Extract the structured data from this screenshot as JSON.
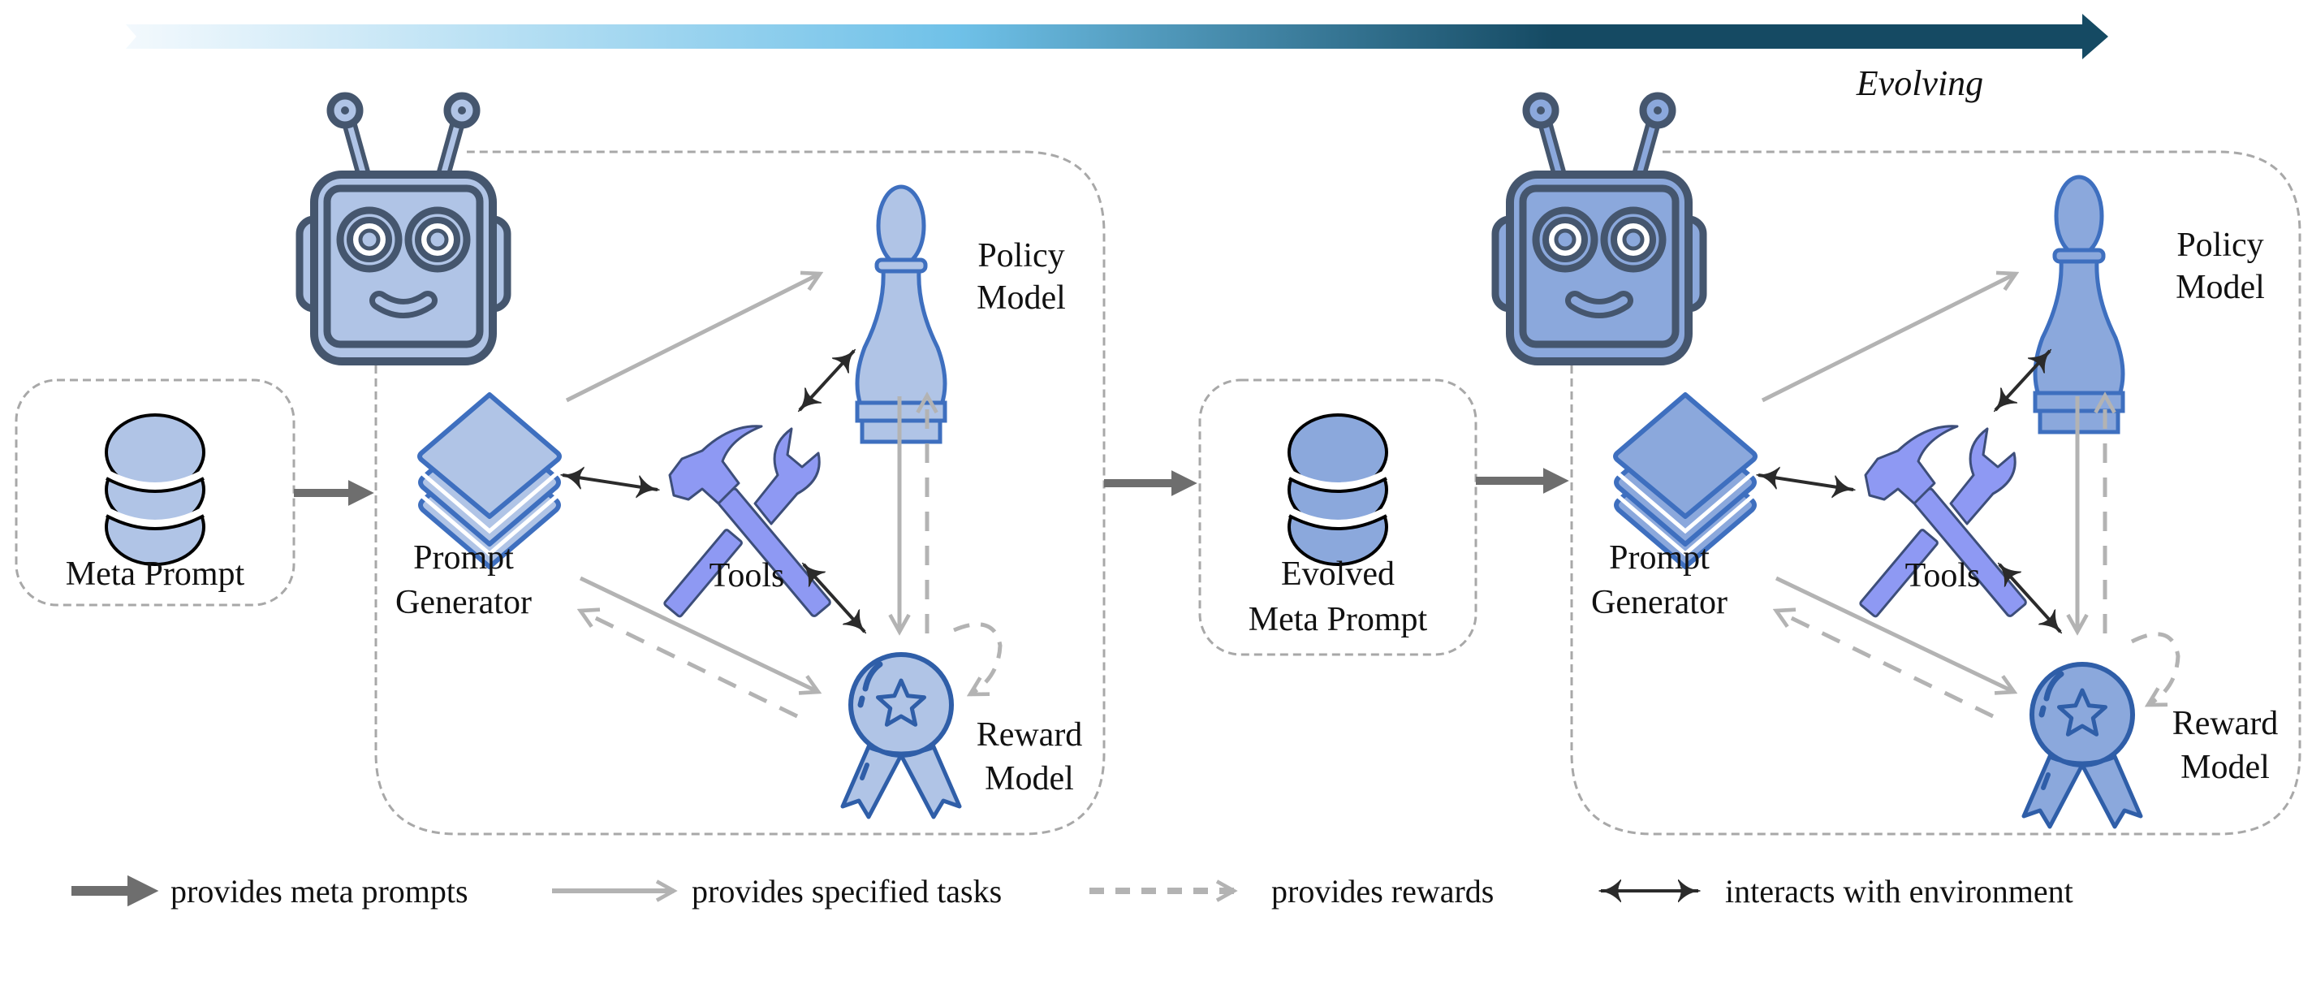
{
  "header": {
    "timeline_label": "Evolving"
  },
  "colors": {
    "gradient_start": "#eef6fc",
    "gradient_mid": "#6fc1e8",
    "gradient_end": "#154a63",
    "stage1_fill": "#b0c4e6",
    "stage2_fill": "#8ba8dc",
    "icon_stroke": "#3e6fbf",
    "robot_stroke": "#45566e",
    "tools_fill": "#8e99f3",
    "meta_arrow": "#6e6e6e",
    "task_arrow": "#b3b3b3",
    "reward_arrow": "#b3b3b3",
    "interact_arrow": "#2b2b2b",
    "box_border": "#a8a8a8"
  },
  "stages": [
    {
      "input": {
        "label": "Meta Prompt",
        "lines": [
          "Meta Prompt"
        ]
      },
      "prompt_generator": {
        "lines": [
          "Prompt",
          "Generator"
        ]
      },
      "tools": {
        "label": "Tools"
      },
      "policy_model": {
        "lines": [
          "Policy",
          "Model"
        ]
      },
      "reward_model": {
        "lines": [
          "Reward",
          "Model"
        ]
      }
    },
    {
      "input": {
        "label": "Evolved Meta Prompt",
        "lines": [
          "Evolved",
          "Meta Prompt"
        ]
      },
      "prompt_generator": {
        "lines": [
          "Prompt",
          "Generator"
        ]
      },
      "tools": {
        "label": "Tools"
      },
      "policy_model": {
        "lines": [
          "Policy",
          "Model"
        ]
      },
      "reward_model": {
        "lines": [
          "Reward",
          "Model"
        ]
      }
    }
  ],
  "legend": [
    {
      "type": "meta",
      "label": "provides meta prompts"
    },
    {
      "type": "task",
      "label": "provides specified tasks"
    },
    {
      "type": "reward",
      "label": "provides rewards"
    },
    {
      "type": "interact",
      "label": "interacts with environment"
    }
  ]
}
